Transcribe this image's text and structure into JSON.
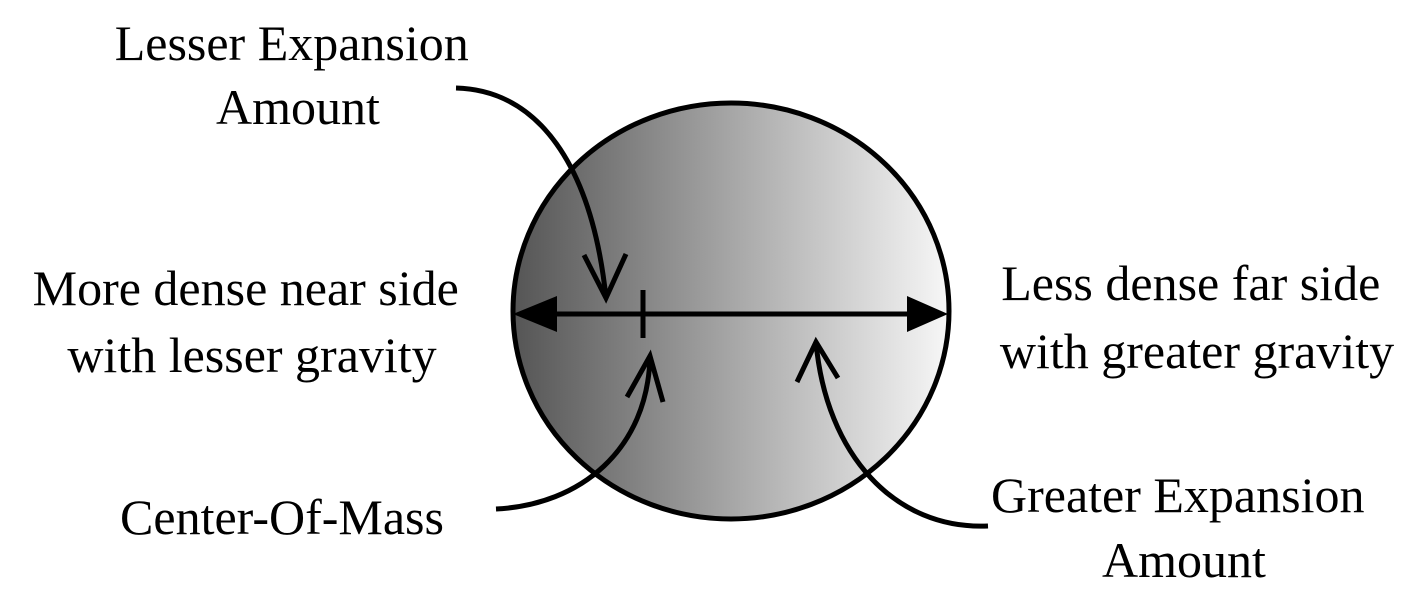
{
  "labels": {
    "lesser_expansion": [
      "Lesser Expansion",
      "Amount"
    ],
    "near_side": [
      "More dense near side",
      "with lesser gravity"
    ],
    "far_side": [
      "Less dense far side",
      "with greater gravity"
    ],
    "center_of_mass": [
      "Center-Of-Mass"
    ],
    "greater_expansion": [
      "Greater Expansion",
      "Amount"
    ]
  },
  "colors": {
    "gradient_dark": "#555555",
    "gradient_light": "#f7f7f7",
    "stroke": "#000000"
  }
}
